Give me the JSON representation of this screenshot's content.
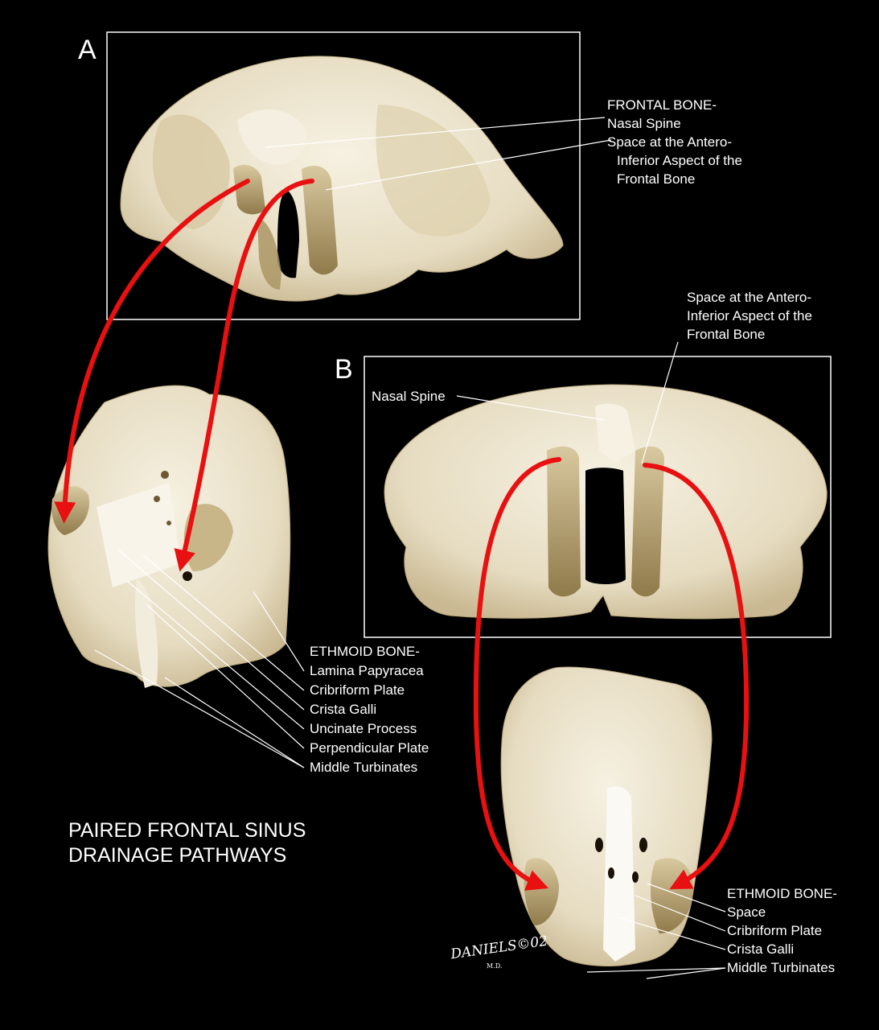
{
  "panels": {
    "a_letter": "A",
    "b_letter": "B"
  },
  "panel_a": {
    "frontal_bone_heading": "FRONTAL BONE-",
    "nasal_spine": "Nasal Spine",
    "space_line1": "Space at the Antero-",
    "space_line2": "Inferior Aspect of the",
    "space_line3": "Frontal Bone"
  },
  "panel_b": {
    "space_line1": "Space at the Antero-",
    "space_line2": "Inferior Aspect of the",
    "space_line3": "Frontal Bone",
    "nasal_spine": "Nasal Spine"
  },
  "ethmoid_left": {
    "heading": "ETHMOID BONE-",
    "items": [
      "Lamina Papyracea",
      "Cribriform Plate",
      "Crista Galli",
      "Uncinate Process",
      "Perpendicular Plate",
      "Middle Turbinates"
    ]
  },
  "ethmoid_right": {
    "heading": "ETHMOID BONE-",
    "items": [
      "Space",
      "Cribriform Plate",
      "Crista Galli",
      "Middle Turbinates"
    ]
  },
  "title": {
    "line1": "PAIRED FRONTAL SINUS",
    "line2": "DRAINAGE PATHWAYS"
  },
  "signature": {
    "name": "DANIELS©02",
    "suffix": "M.D."
  },
  "colors": {
    "background": "#000000",
    "bone": "#efe8d4",
    "bone_shadow": "#b79e6c",
    "arrow": "#e81010",
    "frame": "#ffffff"
  }
}
